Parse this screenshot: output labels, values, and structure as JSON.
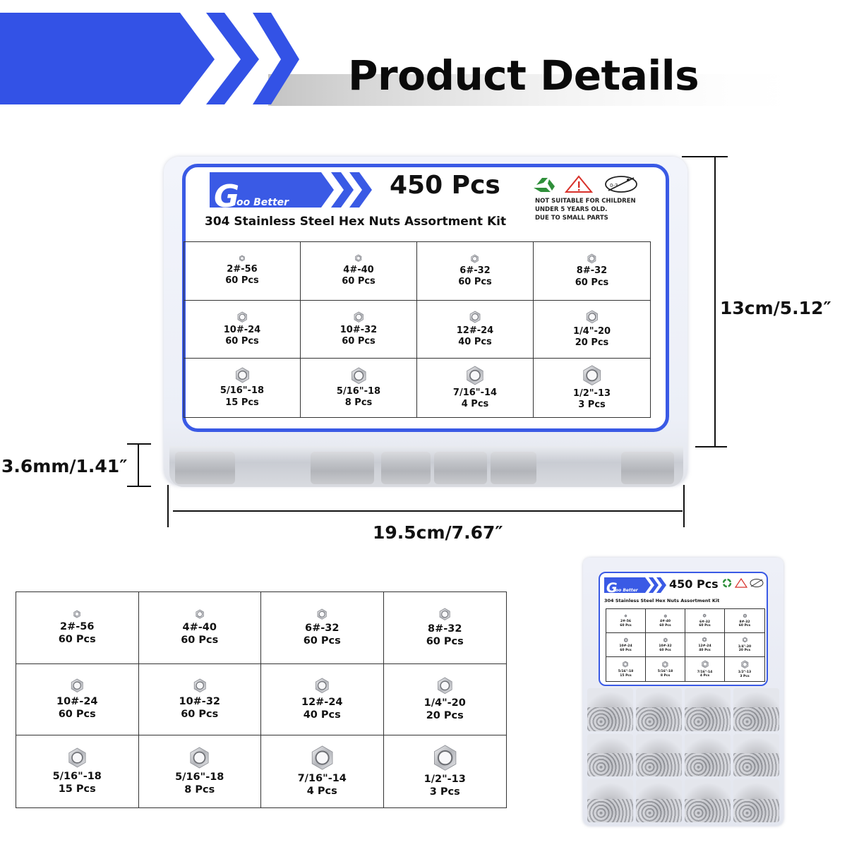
{
  "header": {
    "title": "Product Details",
    "accent_color": "#3352e6"
  },
  "box_label": {
    "brand": "Goo Better",
    "brand_initial": "G",
    "brand_rest": "oo Better",
    "quantity": "450 Pcs",
    "kit_title": "304 Stainless Steel Hex Nuts Assortment Kit",
    "warning_icons": [
      "recycle-icon",
      "warning-triangle-icon",
      "no-children-0-3-icon"
    ],
    "age_badge": "0-3",
    "warning_text": "NOT SUITABLE FOR CHILDREN\nUNDER 5 YEARS OLD.\nDUE TO SMALL PARTS"
  },
  "dimensions": {
    "height": "13cm/5.12″",
    "depth": "3.6mm/1.41″",
    "width": "19.5cm/7.67″"
  },
  "compartments": [
    {
      "spec": "2#-56",
      "count": "60 Pcs",
      "size": 1
    },
    {
      "spec": "4#-40",
      "count": "60 Pcs",
      "size": 2
    },
    {
      "spec": "6#-32",
      "count": "60 Pcs",
      "size": 3
    },
    {
      "spec": "8#-32",
      "count": "60 Pcs",
      "size": 4
    },
    {
      "spec": "10#-24",
      "count": "60 Pcs",
      "size": 5
    },
    {
      "spec": "10#-32",
      "count": "60 Pcs",
      "size": 5
    },
    {
      "spec": "12#-24",
      "count": "40 Pcs",
      "size": 6
    },
    {
      "spec": "1/4\"-20",
      "count": "20 Pcs",
      "size": 7
    },
    {
      "spec": "5/16\"-18",
      "count": "15 Pcs",
      "size": 9
    },
    {
      "spec": "5/16\"-18",
      "count": "8 Pcs",
      "size": 10
    },
    {
      "spec": "7/16\"-14",
      "count": "4 Pcs",
      "size": 12
    },
    {
      "spec": "1/2\"-13",
      "count": "3 Pcs",
      "size": 13
    }
  ]
}
